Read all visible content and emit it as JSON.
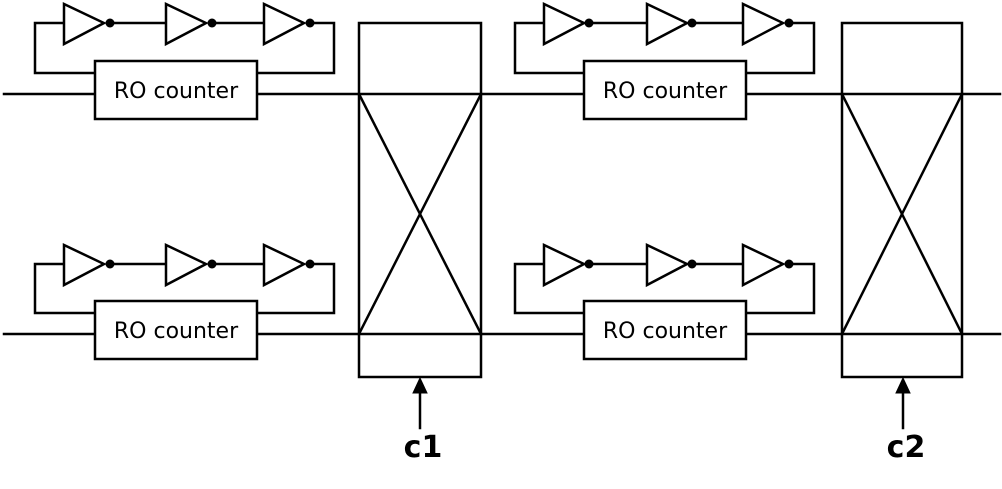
{
  "diagram": {
    "counters": [
      {
        "label": "RO counter"
      },
      {
        "label": "RO counter"
      },
      {
        "label": "RO counter"
      },
      {
        "label": "RO counter"
      }
    ],
    "controls": [
      {
        "label": "c1"
      },
      {
        "label": "c2"
      }
    ]
  }
}
